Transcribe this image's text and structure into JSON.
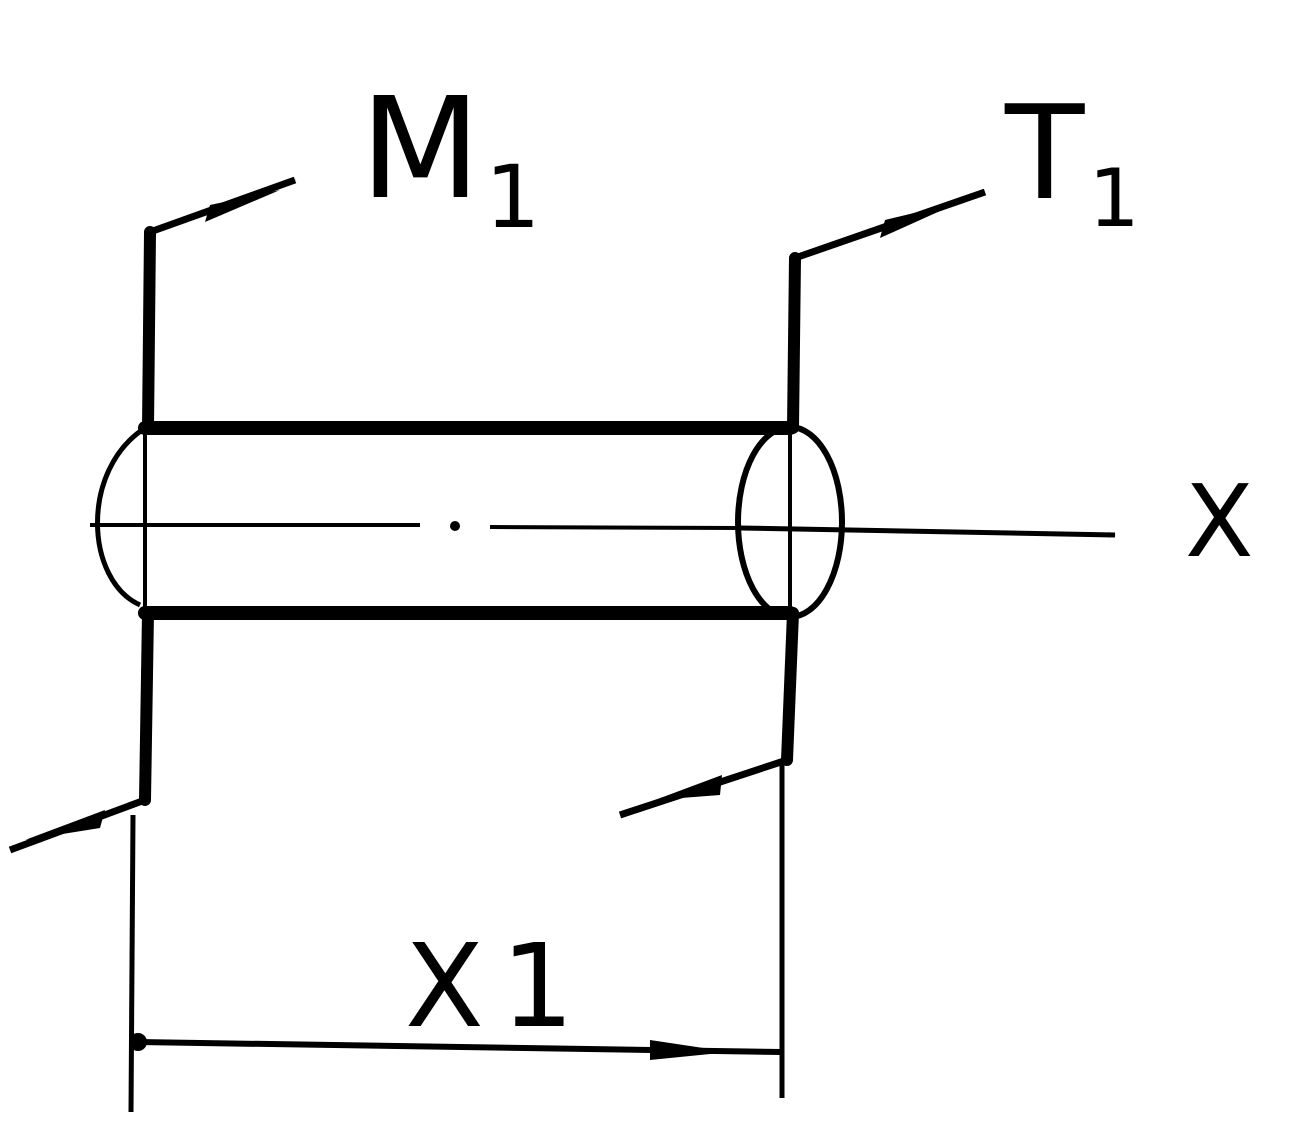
{
  "labels": {
    "moment": {
      "main": "M",
      "sub": "1"
    },
    "torque": {
      "main": "T",
      "sub": "1"
    },
    "axis": "X",
    "distance": {
      "main": "X",
      "sub": "1"
    }
  },
  "colors": {
    "ink": "#000000",
    "background": "#ffffff"
  }
}
